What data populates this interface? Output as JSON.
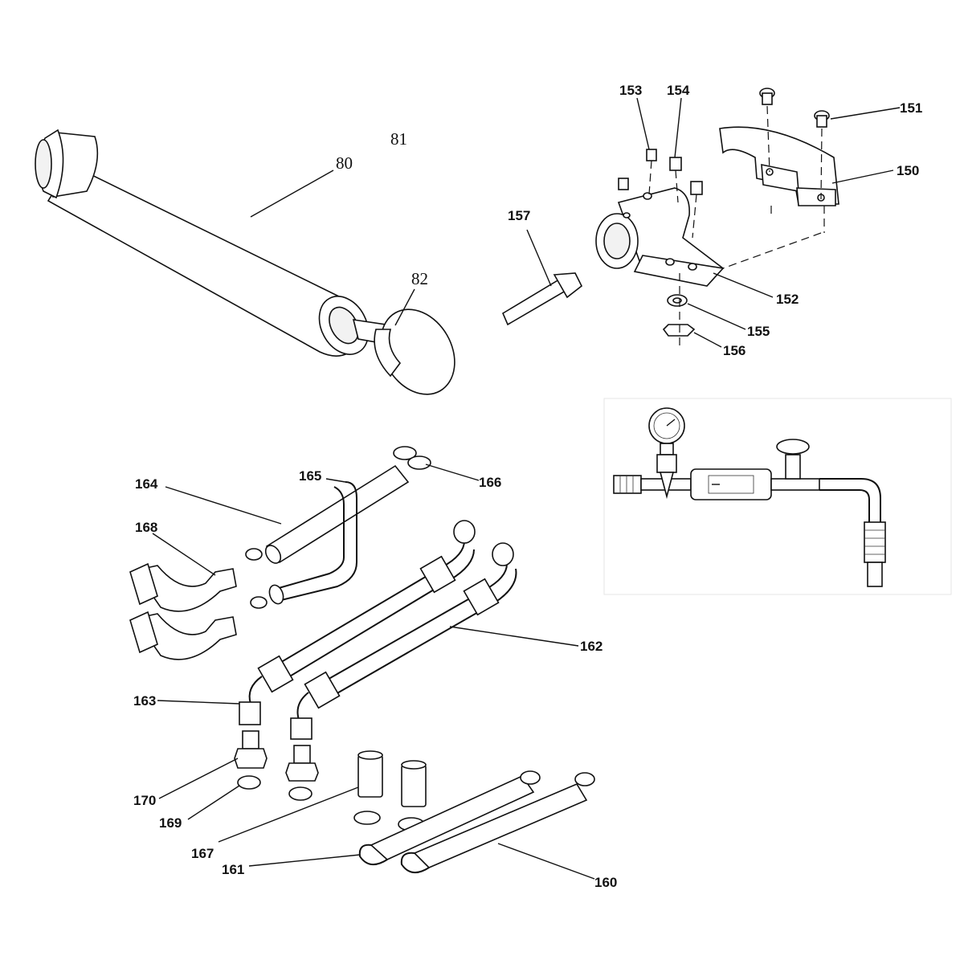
{
  "callouts": {
    "c80": "80",
    "c81": "81",
    "c82": "82",
    "c150": "150",
    "c151": "151",
    "c152": "152",
    "c153": "153",
    "c154": "154",
    "c155": "155",
    "c156": "156",
    "c157": "157",
    "c160": "160",
    "c161": "161",
    "c162": "162",
    "c163": "163",
    "c164": "164",
    "c165": "165",
    "c166": "166",
    "c167": "167",
    "c168": "168",
    "c169": "169",
    "c170": "170"
  },
  "icons": {
    "cylinder": "pump-cylinder-icon",
    "bracket": "mounting-bracket-icon",
    "gauge": "pressure-gauge-icon",
    "hoses": "hose-assembly-icon"
  }
}
